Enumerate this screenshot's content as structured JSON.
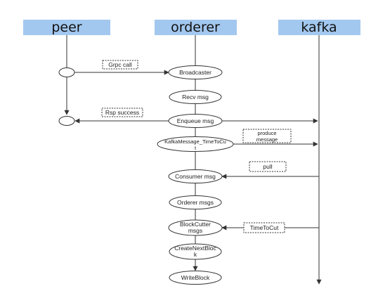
{
  "lanes": {
    "peer": "peer",
    "orderer": "orderer",
    "kafka": "kafka"
  },
  "nodes": {
    "broadcaster": "Broadcaster",
    "recv": "Recv msg",
    "enqueue": "Enqueue msg",
    "kafka_message_line1": "KafkaMessage_TimeToCu",
    "kafka_message_line2": "t",
    "consumer": "Consumer msg",
    "orderer_msgs": "Orderer msgs",
    "blockcutter_line1": "BlockCutter",
    "blockcutter_line2": "msgs",
    "createnext_line1": "CreateNextBloc",
    "createnext_line2": "k",
    "writeblock": "WriteBlock"
  },
  "notes": {
    "grpc": "Grpc call",
    "rsp": "Rsp success",
    "produce_line1": "produce",
    "produce_line2": "message",
    "pull": "pull",
    "timetocut": "TimeToCut"
  },
  "colors": {
    "lane_header": "#a3c8ef",
    "line": "#333333"
  }
}
